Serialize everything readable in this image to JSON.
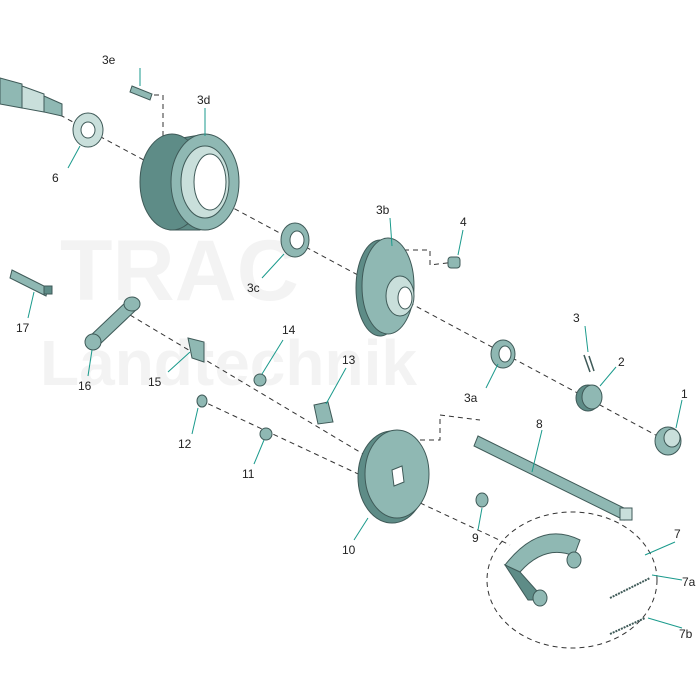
{
  "watermark": {
    "line1": "TRAC",
    "line2": "Landtechnik"
  },
  "labels": {
    "p1": "1",
    "p2": "2",
    "p3": "3",
    "p3a": "3a",
    "p3b": "3b",
    "p3c": "3c",
    "p3d": "3d",
    "p3e": "3e",
    "p4": "4",
    "p6": "6",
    "p7": "7",
    "p7a": "7a",
    "p7b": "7b",
    "p8": "8",
    "p9": "9",
    "p10": "10",
    "p11": "11",
    "p12": "12",
    "p13": "13",
    "p14": "14",
    "p15": "15",
    "p16": "16",
    "p17": "17"
  },
  "colors": {
    "part": "#8fb8b3",
    "leader": "#1a9a8c"
  }
}
